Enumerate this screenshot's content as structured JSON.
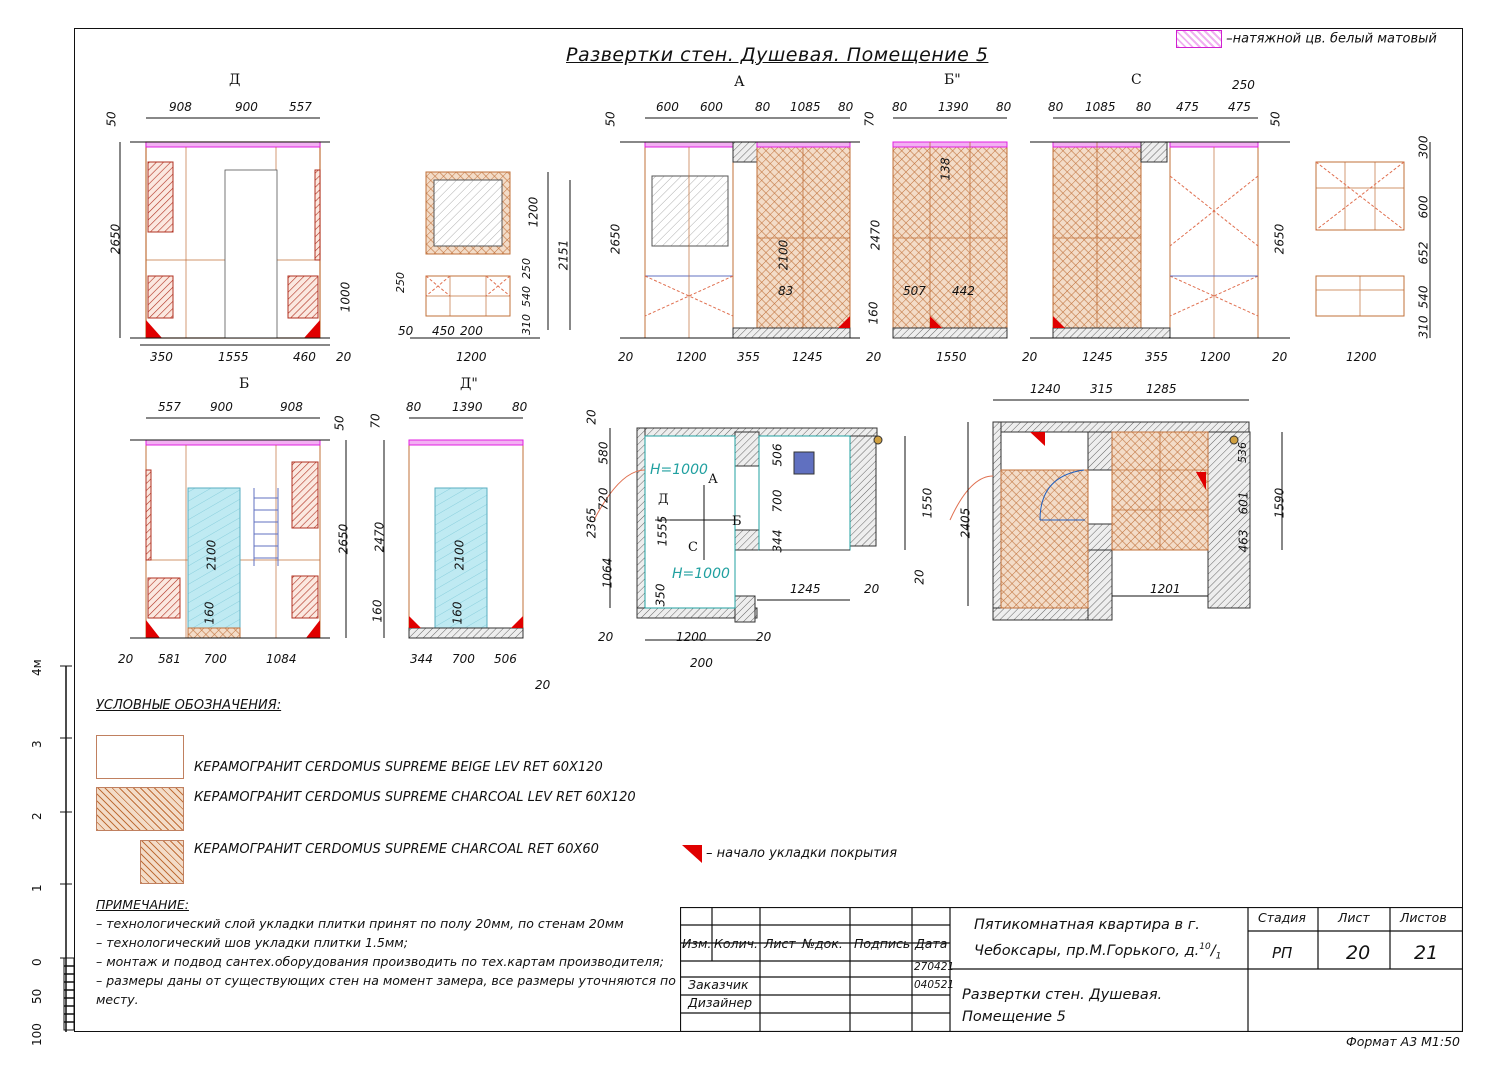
{
  "sheet": {
    "title": "Развертки стен. Душевая. Помещение 5",
    "ceiling_legend": "–натяжной цв. белый матовый",
    "format": "Формат А3 М1:50"
  },
  "wall_labels": [
    "Д",
    "А",
    "Б\"",
    "С",
    "Б",
    "Д\""
  ],
  "dims": {
    "d_top": [
      "908",
      "900",
      "557"
    ],
    "d_left": [
      "50",
      "2650"
    ],
    "d_right": [
      "1000"
    ],
    "d_bottom": [
      "350",
      "1555",
      "460",
      "20"
    ],
    "niche_right": [
      "1200",
      "2151",
      "250",
      "540",
      "310"
    ],
    "niche_left": [
      "250"
    ],
    "niche_bottom": [
      "50",
      "450",
      "200",
      "1200"
    ],
    "a_top": [
      "600",
      "600",
      "80",
      "1085",
      "80"
    ],
    "a_left": [
      "50",
      "2650"
    ],
    "a_right": [
      "70",
      "2470",
      "160"
    ],
    "a_inner": [
      "2100",
      "83"
    ],
    "a_bottom": [
      "20",
      "1200",
      "355",
      "1245",
      "20"
    ],
    "b2_top": [
      "80",
      "1390",
      "80"
    ],
    "b2_inner": [
      "138",
      "507",
      "442"
    ],
    "b2_bottom": [
      "1550"
    ],
    "c_top": [
      "80",
      "1085",
      "80",
      "475",
      "475",
      "250"
    ],
    "c_right": [
      "50",
      "2650"
    ],
    "c_bottom": [
      "20",
      "1245",
      "355",
      "1200",
      "20"
    ],
    "side_right": [
      "300",
      "600",
      "652",
      "540",
      "310"
    ],
    "side_bottom": [
      "1200"
    ],
    "b_top": [
      "557",
      "900",
      "908"
    ],
    "b_right": [
      "50",
      "2650"
    ],
    "b_inner": [
      "2100",
      "160"
    ],
    "b_bottom": [
      "20",
      "581",
      "700",
      "1084"
    ],
    "d2_top": [
      "80",
      "1390",
      "80"
    ],
    "d2_left": [
      "70",
      "2470",
      "160"
    ],
    "d2_inner": [
      "2100",
      "160"
    ],
    "d2_bottom": [
      "344",
      "700",
      "506",
      "20"
    ],
    "plan1": [
      "20",
      "580",
      "720",
      "1555",
      "1064",
      "350",
      "2365",
      "506",
      "700",
      "344",
      "1245",
      "20",
      "1550",
      "20",
      "1200",
      "20",
      "20",
      "200",
      "H=1000",
      "H=1000",
      "Д",
      "А",
      "Б",
      "С"
    ],
    "plan2": [
      "1240",
      "315",
      "1285",
      "536",
      "601",
      "463",
      "1590",
      "1201",
      "2405"
    ]
  },
  "legend": {
    "heading": "УСЛОВНЫЕ ОБОЗНАЧЕНИЯ:",
    "items": [
      "КЕРАМОГРАНИТ CERDOMUS SUPREME BEIGE LEV RET 60X120",
      "КЕРАМОГРАНИТ CERDOMUS SUPREME CHARCOAL LEV RET 60X120",
      "КЕРАМОГРАНИТ CERDOMUS SUPREME CHARCOAL RET 60X60"
    ],
    "start_marker": "– начало укладки покрытия"
  },
  "notes": {
    "heading": "ПРИМЕЧАНИЕ:",
    "lines": [
      "– технологический слой укладки плитки принят по полу 20мм, по стенам 20мм",
      "– технологический шов укладки плитки 1.5мм;",
      "– монтаж и подвод сантех.оборудования производить по тех.картам производителя;",
      "– размеры даны от существующих стен на момент замера, все размеры уточняются по месту."
    ]
  },
  "stamp": {
    "headers": [
      "Изм.",
      "Колич.",
      "Лист",
      "№док.",
      "Подпись",
      "Дата"
    ],
    "dates": [
      "270421",
      "040521"
    ],
    "roles": [
      "Заказчик",
      "Дизайнер"
    ],
    "project": "Пятикомнатная квартира в г. Чебоксары, пр.М.Горького, д.10/1",
    "project_line1": "Пятикомнатная квартира в г.",
    "project_line2": "Чебоксары, пр.М.Горького, д.",
    "project_sup": "10",
    "project_sub": "1",
    "sheet_title_line1": "Развертки стен. Душевая.",
    "sheet_title_line2": "Помещение 5",
    "col_stage": "Стадия",
    "col_sheet": "Лист",
    "col_sheets": "Листов",
    "stage": "РП",
    "sheet_no": "20",
    "sheets_total": "21"
  },
  "scale_bar": {
    "labels": [
      "4м",
      "3",
      "2",
      "1",
      "0",
      "50",
      "100"
    ]
  },
  "colors": {
    "tile_hatch": "#c0703a",
    "ceiling_magenta": "#e020e0",
    "start_red": "#e00000",
    "glass": "#8fd8e8",
    "plan_teal": "#20a0a0"
  }
}
